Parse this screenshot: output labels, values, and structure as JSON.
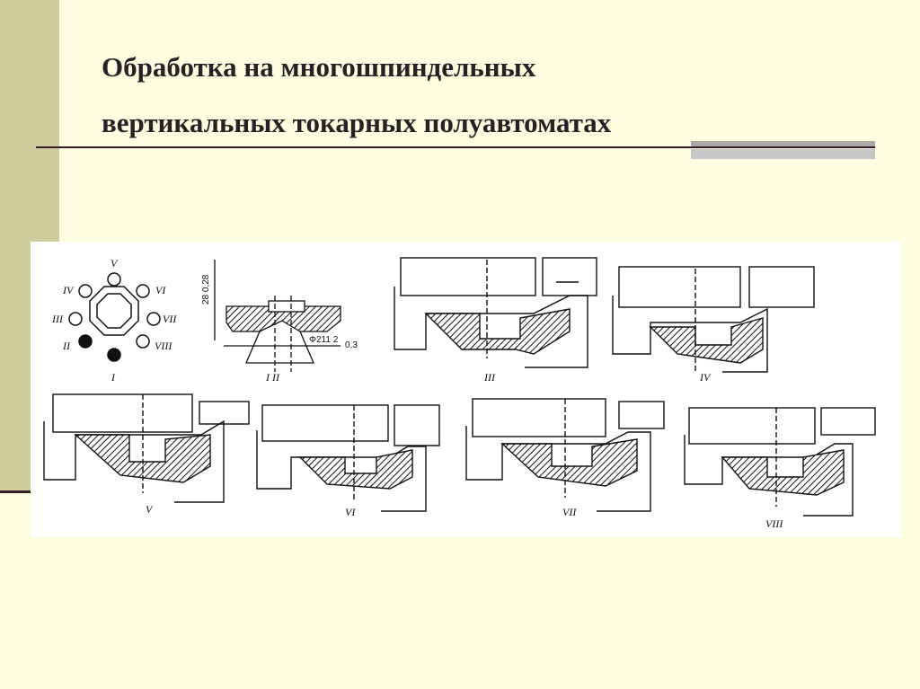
{
  "slide": {
    "title_line1": "Обработка на многошпиндельных",
    "title_line2": "вертикальных токарных полуавтоматах"
  },
  "figure": {
    "scheme_labels": [
      "I",
      "II",
      "III",
      "IV",
      "V",
      "VI",
      "VII",
      "VIII"
    ],
    "part_dims": {
      "height": "28 0,28",
      "diameter": "Φ211 2",
      "tolerance": "0,3",
      "positions": "I  II"
    },
    "stage_labels": [
      "III",
      "IV",
      "V",
      "VI",
      "VII",
      "VIII"
    ]
  }
}
